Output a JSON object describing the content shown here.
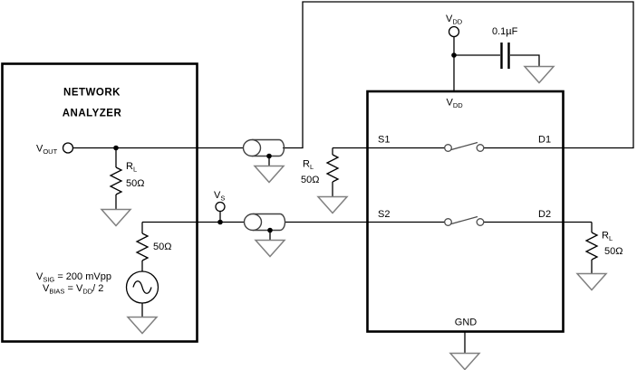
{
  "figure": {
    "type": "schematic",
    "background": "#ffffff"
  },
  "colors": {
    "wire": "#000000",
    "box_border": "#000000",
    "ground_symbol": "#808080",
    "coax": "#404040",
    "switch": "#4d4d4d"
  },
  "network_analyzer": {
    "title_line1": "NETWORK",
    "title_line2": "ANALYZER",
    "vout_port": {
      "base": "V",
      "sub": "OUT"
    },
    "internal_load": {
      "ref_base": "R",
      "ref_sub": "L",
      "value": "50Ω"
    },
    "source_resistor": "50Ω",
    "vsig_note": {
      "base": "V",
      "sub": "SIG",
      "rest": " = 200 mVpp"
    },
    "vbias_note": {
      "p0": "V",
      "p1": "BIAS",
      "p2": " = V",
      "p3": "DD",
      "p4": "/ 2"
    },
    "vs_node": {
      "base": "V",
      "sub": "S"
    }
  },
  "supply": {
    "vdd_terminal": {
      "base": "V",
      "sub": "DD"
    },
    "bypass_cap": "0.1µF"
  },
  "switch_ic": {
    "vdd_pin": {
      "base": "V",
      "sub": "DD"
    },
    "gnd_pin": "GND",
    "s1_pin": "S1",
    "d1_pin": "D1",
    "s2_pin": "S2",
    "d2_pin": "D2"
  },
  "s1_termination": {
    "ref_base": "R",
    "ref_sub": "L",
    "value": "50Ω"
  },
  "d2_termination": {
    "ref_base": "R",
    "ref_sub": "L",
    "value": "50Ω"
  }
}
